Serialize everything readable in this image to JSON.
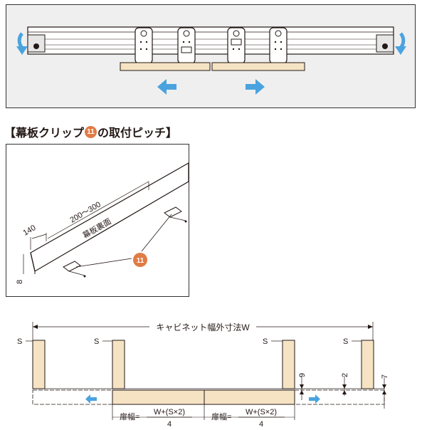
{
  "heading": {
    "prefix": "【幕板クリップ",
    "badge": "11",
    "suffix": "の取付ピッチ】"
  },
  "clip_diagram": {
    "pitch_label": "200～300",
    "offset_label": "140",
    "height_label": "8",
    "panel_label": "幕板裏面",
    "badge": "11"
  },
  "layout_diagram": {
    "width_label": "キャビネット幅外寸法W",
    "s_label": "S",
    "dim_9": "9",
    "dim_2": "2",
    "dim_7": "7",
    "door_width_left": "扉幅=",
    "door_width_right": "扉幅=",
    "fraction_numerator": "W+(S×2)",
    "fraction_denominator": "4"
  },
  "colors": {
    "wood": "#f6e3c3",
    "arrow_blue": "#4aa3df",
    "badge_orange": "#e07b45",
    "panel_bg": "#efefef",
    "line": "#231815"
  }
}
